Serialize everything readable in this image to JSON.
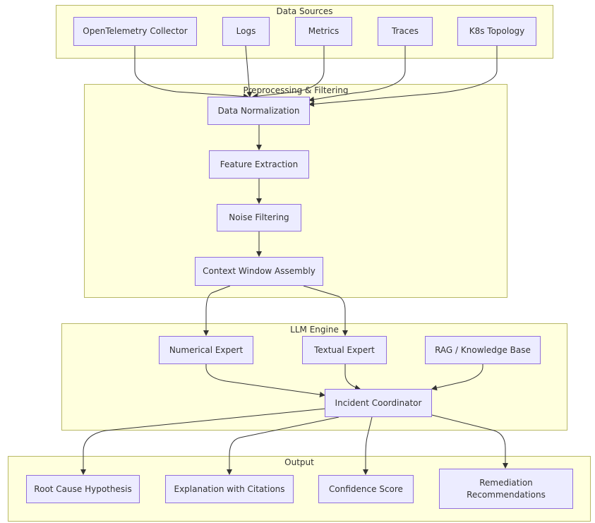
{
  "clusters": {
    "data_sources": "Data Sources",
    "preprocessing": "Preprocessing & Filtering",
    "llm_engine": "LLM Engine",
    "output": "Output"
  },
  "nodes": {
    "otel": "OpenTelemetry Collector",
    "logs": "Logs",
    "metrics": "Metrics",
    "traces": "Traces",
    "k8s": "K8s Topology",
    "normalization": "Data Normalization",
    "feature": "Feature Extraction",
    "noise": "Noise Filtering",
    "context": "Context Window Assembly",
    "numerical": "Numerical Expert",
    "textual": "Textual Expert",
    "rag": "RAG / Knowledge Base",
    "coordinator": "Incident Coordinator",
    "root_cause": "Root Cause Hypothesis",
    "explanation": "Explanation with Citations",
    "confidence": "Confidence Score",
    "remediation": "Remediation Recommendations"
  },
  "colors": {
    "cluster_fill": "#ffffde",
    "cluster_border": "#b8b866",
    "node_fill": "#ececff",
    "node_border": "#9370db",
    "edge": "#333333"
  }
}
